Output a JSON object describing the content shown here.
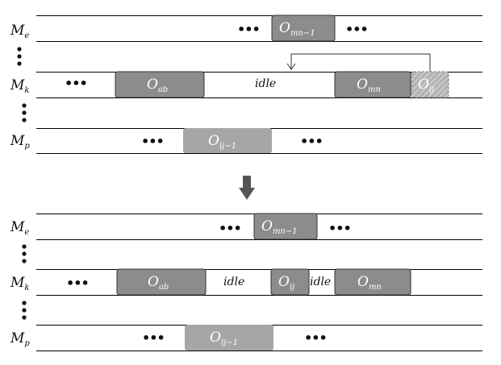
{
  "top": {
    "machines": {
      "me": {
        "base": "M",
        "sub": "e"
      },
      "mk": {
        "base": "M",
        "sub": "k"
      },
      "mp": {
        "base": "M",
        "sub": "p"
      }
    },
    "ops": {
      "omn1": {
        "base": "O",
        "sub": "mn−1"
      },
      "oab": {
        "base": "O",
        "sub": "ab"
      },
      "omn": {
        "base": "O",
        "sub": "mn"
      },
      "oij": {
        "base": "O",
        "sub": "ij"
      },
      "oij1": {
        "base": "O",
        "sub": "ij−1"
      }
    },
    "idle": "idle"
  },
  "bottom": {
    "machines": {
      "me": {
        "base": "M",
        "sub": "e"
      },
      "mk": {
        "base": "M",
        "sub": "k"
      },
      "mp": {
        "base": "M",
        "sub": "p"
      }
    },
    "ops": {
      "omn1": {
        "base": "O",
        "sub": "mn−1"
      },
      "oab": {
        "base": "O",
        "sub": "ab"
      },
      "oij": {
        "base": "O",
        "sub": "ij"
      },
      "omn": {
        "base": "O",
        "sub": "mn"
      },
      "oij1": {
        "base": "O",
        "sub": "ij−1"
      }
    },
    "idle_left": "idle",
    "idle_right": "idle"
  },
  "ellipsis": "•••",
  "colors": {
    "op_dark": "#8c8c8c",
    "op_light": "#a6a6a6",
    "line": "#000000",
    "arrow": "#555555"
  }
}
